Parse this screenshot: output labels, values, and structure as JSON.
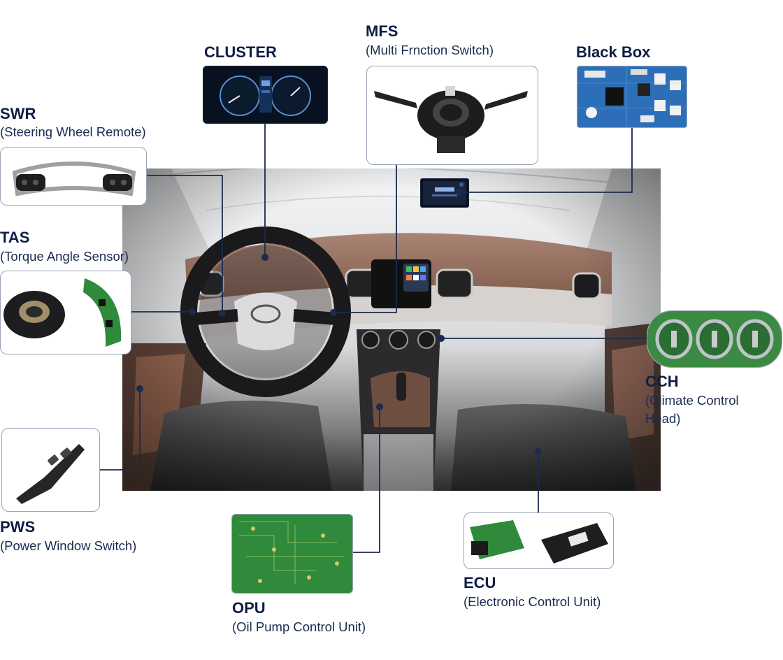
{
  "components": {
    "cluster": {
      "title": "CLUSTER"
    },
    "mfs": {
      "title": "MFS",
      "subtitle": "(Multi Frnction Switch)"
    },
    "blackbox": {
      "title": "Black Box"
    },
    "swr": {
      "title": "SWR",
      "subtitle": "(Steering Wheel Remote)"
    },
    "tas": {
      "title": "TAS",
      "subtitle": "(Torque Angle Sensor)"
    },
    "cch": {
      "title": "CCH",
      "subtitle_line1": "(Climate Control",
      "subtitle_line2": "Head)"
    },
    "pws": {
      "title": "PWS",
      "subtitle": "(Power Window Switch)"
    },
    "opu": {
      "title": "OPU",
      "subtitle": "(Oil Pump Control Unit)"
    },
    "ecu": {
      "title": "ECU",
      "subtitle": "(Electronic Control Unit)"
    }
  },
  "colors": {
    "navy": "#0e1d44",
    "leader": "#1c2a4e",
    "card_border": "#9aa3b8",
    "pcb_green": "#2f8a3c",
    "pcb_blue": "#2c6fb8",
    "interior_brown": "#8b5e4a"
  },
  "icons": {
    "cluster": "instrument-cluster-image",
    "mfs": "multi-function-switch-image",
    "blackbox": "blue-circuit-board-image",
    "swr": "steering-remote-image",
    "tas": "torque-sensor-image",
    "cch": "climate-head-image",
    "pws": "window-switch-image",
    "opu": "green-pcb-image",
    "ecu": "ecu-modules-image",
    "scene": "car-interior-sketch"
  }
}
